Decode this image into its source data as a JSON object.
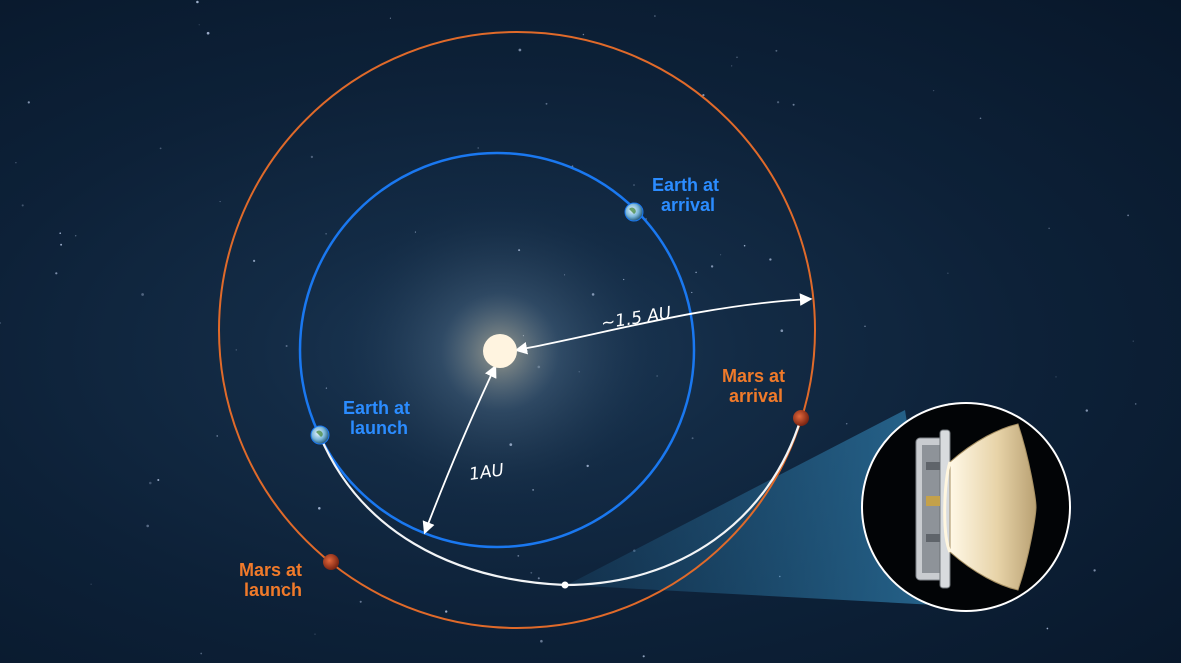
{
  "labels": {
    "earth_arrival": [
      "Earth at",
      "arrival"
    ],
    "earth_launch": [
      "Earth at",
      "launch"
    ],
    "mars_arrival": [
      "Mars at",
      "arrival"
    ],
    "mars_launch": [
      "Mars at",
      "launch"
    ],
    "dist_mars": "~1.5 AU",
    "dist_earth": "1AU"
  },
  "colors": {
    "earth_orbit": "#1a78f0",
    "mars_orbit": "#e06a2a",
    "earth_label": "#2b8cff",
    "mars_label": "#f07a2a",
    "transfer_path": "#ffffff",
    "sun": "#fff4e0",
    "mars_planet": "#b5401f"
  },
  "icons": [
    "sun-icon",
    "earth-icon",
    "mars-icon",
    "spacecraft-icon"
  ]
}
